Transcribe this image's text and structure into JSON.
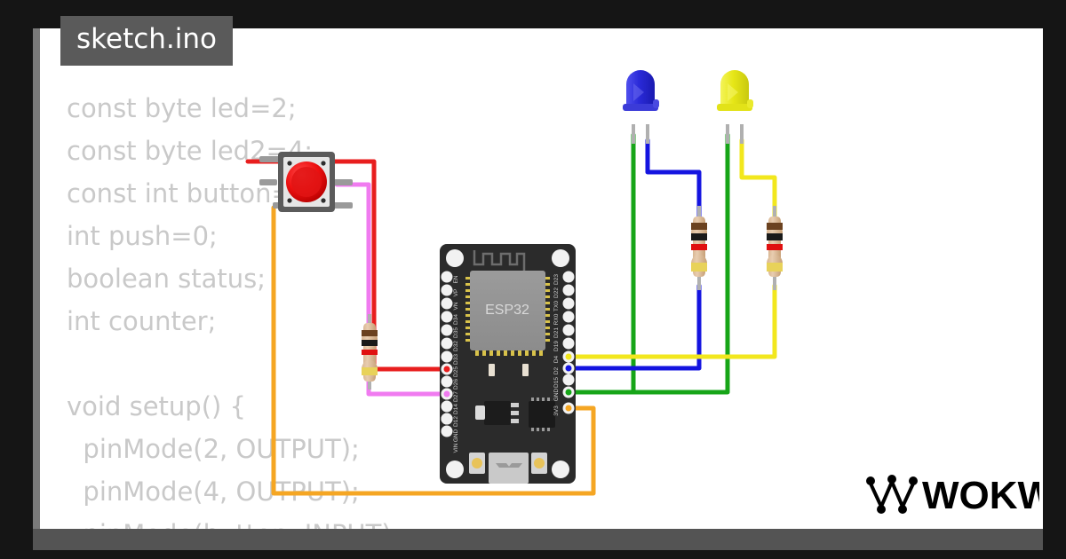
{
  "app": {
    "name": "Wokwi",
    "logo_text": "WOKWI"
  },
  "editor": {
    "tab_label": "sketch.ino",
    "code_lines": [
      "const byte led=2;",
      "const byte led2=4;",
      "const int button=12;",
      "int push=0;",
      "boolean status;",
      "int counter;",
      "",
      "void setup() {",
      "  pinMode(2, OUTPUT);",
      "  pinMode(4, OUTPUT);",
      "  pinMode(button, INPUT);"
    ]
  },
  "colors": {
    "background": "#151515",
    "canvas": "#ffffff",
    "tab_bg": "#5a5a5a",
    "code_text": "#c9c9c9",
    "bottom_bar": "#545454",
    "board_body": "#2b2b2b",
    "wire_red": "#e81e1e",
    "wire_pink": "#f07bf0",
    "wire_orange": "#f5a623",
    "wire_green": "#17a518",
    "wire_blue": "#1414e0",
    "wire_yellow": "#f2e71d",
    "led_blue": "#3333dd",
    "led_yellow": "#e8e81a",
    "button_red": "#e81010"
  },
  "board": {
    "name": "ESP32 DevKit",
    "silk_label": "ESP32",
    "pins_left": [
      "EN",
      "VP",
      "VN",
      "D34",
      "D35",
      "D32",
      "D33",
      "D25",
      "D26",
      "D27",
      "D14",
      "D12",
      "D13",
      "GND",
      "VIN"
    ],
    "pins_right": [
      "D23",
      "D22",
      "TX0",
      "RX0",
      "D21",
      "D19",
      "D18",
      "D5",
      "TX2",
      "RX2",
      "D4",
      "D2",
      "D15",
      "GND",
      "3V3"
    ]
  },
  "parts": [
    {
      "id": "pushbutton",
      "type": "pushbutton",
      "label": "Pushbutton",
      "color": "#e81010"
    },
    {
      "id": "resistor-button",
      "type": "resistor",
      "label": "Resistor 1kΩ",
      "bands": [
        "brown",
        "black",
        "red",
        "gold"
      ]
    },
    {
      "id": "resistor-blue-led",
      "type": "resistor",
      "label": "Resistor 1kΩ",
      "bands": [
        "brown",
        "black",
        "red",
        "gold"
      ]
    },
    {
      "id": "resistor-yellow-led",
      "type": "resistor",
      "label": "Resistor 1kΩ",
      "bands": [
        "brown",
        "black",
        "red",
        "gold"
      ]
    },
    {
      "id": "led-blue",
      "type": "led",
      "label": "Blue LED",
      "color": "#3333dd"
    },
    {
      "id": "led-yellow",
      "type": "led",
      "label": "Yellow LED",
      "color": "#e8e81a"
    },
    {
      "id": "esp32",
      "type": "board",
      "label": "ESP32 DevKit V1"
    }
  ],
  "connections": [
    {
      "from": "pushbutton.1r",
      "to": "esp32.D12",
      "color": "red"
    },
    {
      "from": "pushbutton.2r",
      "to": "esp32.GND",
      "color": "pink"
    },
    {
      "from": "pushbutton.2l",
      "to": "esp32.3V3",
      "color": "orange"
    },
    {
      "from": "led-blue.anode",
      "to": "resistor-blue-led.1",
      "color": "blue"
    },
    {
      "from": "resistor-blue-led.2",
      "to": "esp32.D2",
      "color": "blue"
    },
    {
      "from": "led-blue.cathode",
      "to": "esp32.GND",
      "color": "green"
    },
    {
      "from": "led-yellow.anode",
      "to": "resistor-yellow-led.1",
      "color": "yellow"
    },
    {
      "from": "resistor-yellow-led.2",
      "to": "esp32.D4",
      "color": "yellow"
    },
    {
      "from": "led-yellow.cathode",
      "to": "esp32.GND",
      "color": "green"
    }
  ]
}
